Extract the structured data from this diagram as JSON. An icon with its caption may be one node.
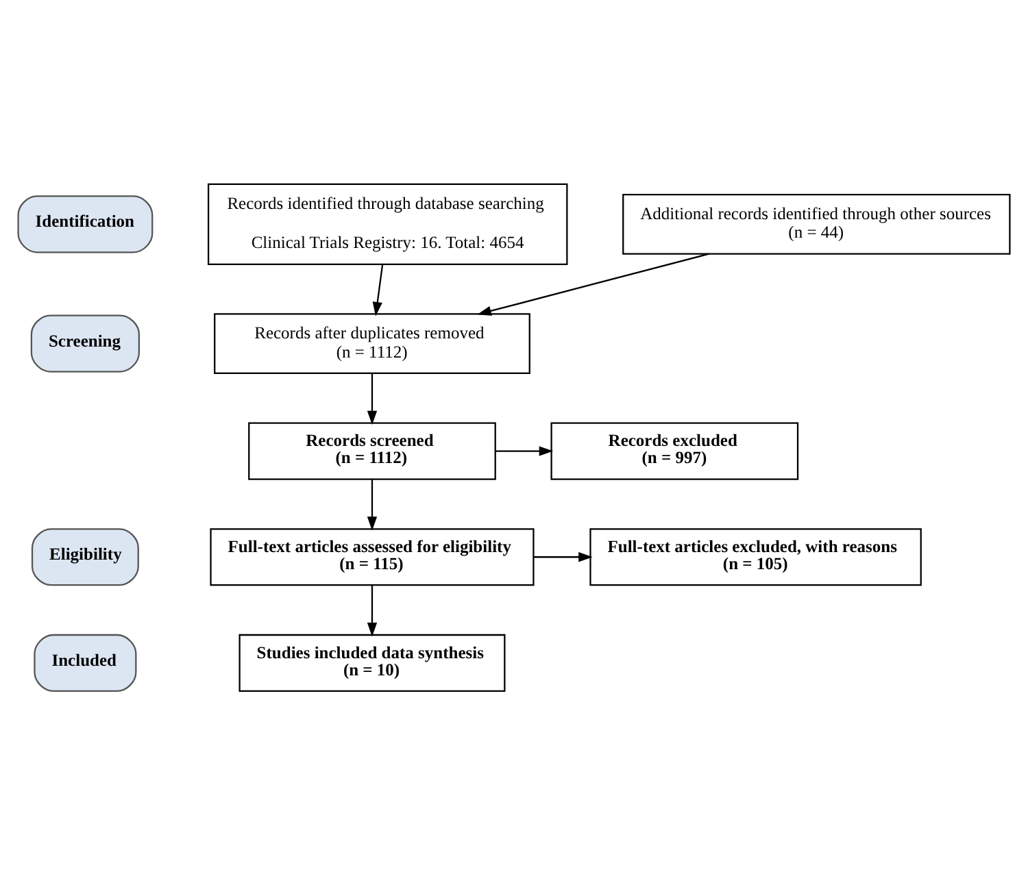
{
  "diagram": {
    "nodes": [
      {
        "text": [
          "Identification"
        ]
      },
      {
        "text": [
          "Records identified through database searching",
          "Clinical Trials Registry: 16. Total: 4654"
        ]
      },
      {
        "text": [
          "Additional records identified through other sources",
          "(n = 44)"
        ]
      },
      {
        "text": [
          "Screening"
        ]
      },
      {
        "text": [
          "Records after duplicates removed",
          "(n = 1112)"
        ]
      },
      {
        "text": [
          "Records screened",
          "(n = 1112)"
        ]
      },
      {
        "text": [
          "Records excluded",
          "(n = 997)"
        ]
      },
      {
        "text": [
          "Eligibility"
        ]
      },
      {
        "text": [
          "Full-text articles assessed for eligibility",
          "(n = 115)"
        ]
      },
      {
        "text": [
          "Full-text articles excluded, with reasons",
          "(n = 105)"
        ]
      },
      {
        "text": [
          "Included"
        ]
      },
      {
        "text": [
          "Studies included data synthesis",
          "(n = 10)"
        ]
      }
    ],
    "edges": [
      {
        "from": 1,
        "to": 4,
        "arrow": "to"
      },
      {
        "from": 2,
        "to": 4,
        "arrow": "to"
      },
      {
        "from": 4,
        "to": 5,
        "arrow": "to"
      },
      {
        "from": 5,
        "to": 6,
        "arrow": "to"
      },
      {
        "from": 5,
        "to": 8,
        "arrow": "to"
      },
      {
        "from": 8,
        "to": 9,
        "arrow": "to"
      },
      {
        "from": 8,
        "to": 11,
        "arrow": "to"
      }
    ]
  }
}
